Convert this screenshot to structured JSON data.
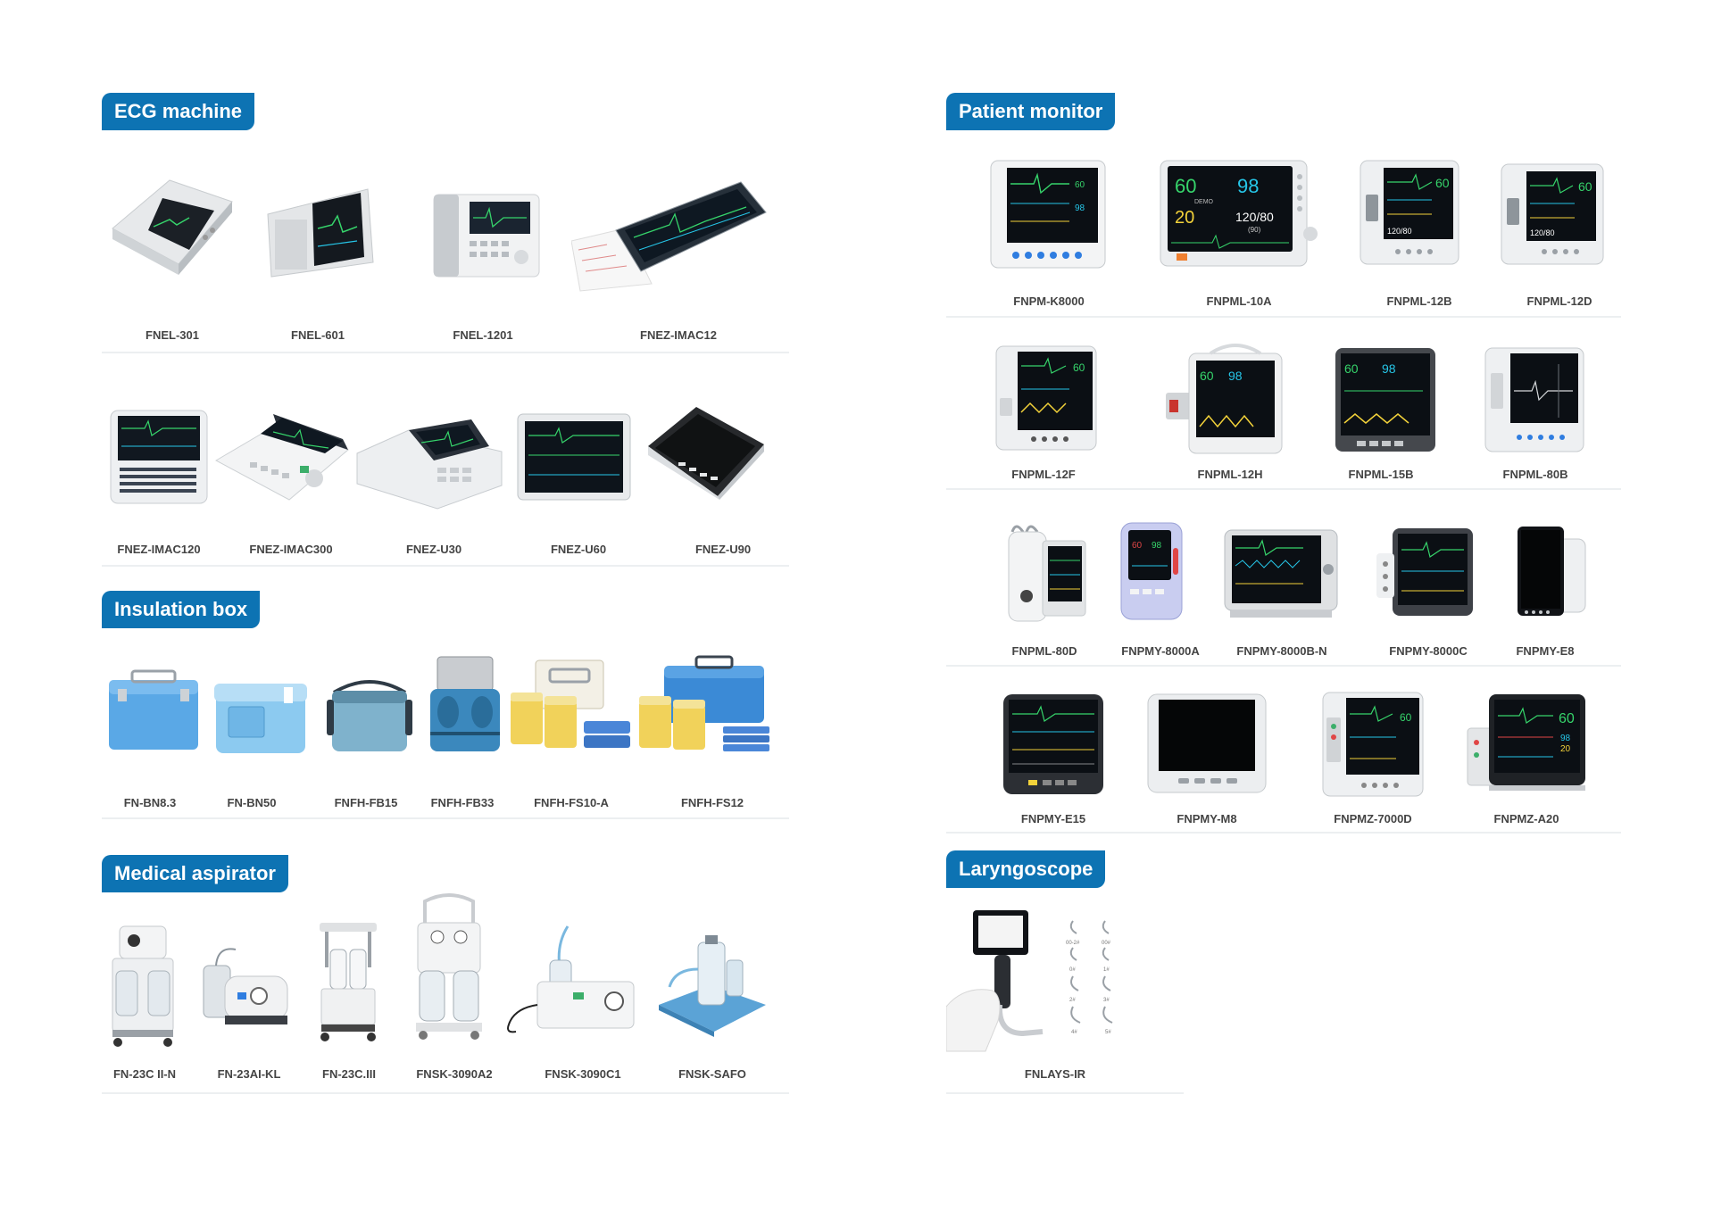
{
  "sections": {
    "ecg": {
      "title": "ECG machine",
      "row1": [
        "FNEL-301",
        "FNEL-601",
        "FNEL-1201",
        "FNEZ-IMAC12"
      ],
      "row2": [
        "FNEZ-IMAC120",
        "FNEZ-IMAC300",
        "FNEZ-U30",
        "FNEZ-U60",
        "FNEZ-U90"
      ]
    },
    "insulation": {
      "title": "Insulation box",
      "items": [
        "FN-BN8.3",
        "FN-BN50",
        "FNFH-FB15",
        "FNFH-FB33",
        "FNFH-FS10-A",
        "FNFH-FS12"
      ]
    },
    "aspirator": {
      "title": "Medical aspirator",
      "items": [
        "FN-23C II-N",
        "FN-23AI-KL",
        "FN-23C.III",
        "FNSK-3090A2",
        "FNSK-3090C1",
        "FNSK-SAFO"
      ]
    },
    "monitor": {
      "title": "Patient monitor",
      "row1": [
        "FNPM-K8000",
        "FNPML-10A",
        "FNPML-12B",
        "FNPML-12D"
      ],
      "row2": [
        "FNPML-12F",
        "FNPML-12H",
        "FNPML-15B",
        "FNPML-80B"
      ],
      "row3": [
        "FNPML-80D",
        "FNPMY-8000A",
        "FNPMY-8000B-N",
        "FNPMY-8000C",
        "FNPMY-E8"
      ],
      "row4": [
        "FNPMY-E15",
        "FNPMY-M8",
        "FNPMZ-7000D",
        "FNPMZ-A20"
      ]
    },
    "laryngoscope": {
      "title": "Laryngoscope",
      "items": [
        "FNLAYS-IR"
      ],
      "blade_sizes": [
        "00-2#",
        "00#",
        "0#",
        "1#",
        "2#",
        "3#",
        "4#",
        "5#"
      ]
    }
  },
  "screen_readings": {
    "hr": "60",
    "spo2": "98",
    "rr": "20",
    "nibp": "120/80",
    "map": "(90)",
    "demo": "DEMO"
  },
  "colors": {
    "tag_bg": "#0d73b3",
    "screen": "#0b0f14",
    "ecg_wave": "#36d46b",
    "spo2_wave": "#26c6e8",
    "resp_wave": "#f3d23a",
    "box_blue": "#5aa8e6",
    "divider": "#eceff1"
  }
}
